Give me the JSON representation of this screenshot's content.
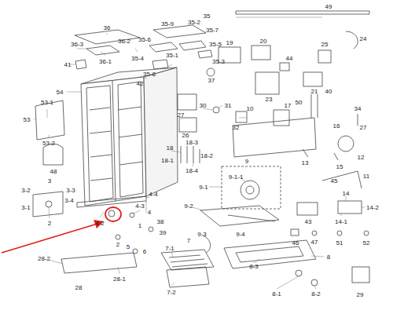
{
  "diagram": {
    "labels": [
      "49",
      "35",
      "36",
      "35-9",
      "35-2",
      "35-7",
      "24",
      "36-2",
      "35-6",
      "36-3",
      "35-5",
      "35-4",
      "19",
      "20",
      "25",
      "36-1",
      "41",
      "35-1",
      "35-3",
      "35-8",
      "44",
      "42",
      "37",
      "23",
      "40",
      "54",
      "21",
      "50",
      "30",
      "31",
      "53-1",
      "17",
      "34",
      "27",
      "10",
      "32",
      "53",
      "26",
      "16",
      "27",
      "53-2",
      "12",
      "18-3",
      "48",
      "18",
      "18-2",
      "18-1",
      "13",
      "15",
      "9",
      "18-4",
      "45",
      "11",
      "9-1-1",
      "3",
      "9-1",
      "3-2",
      "3-3",
      "4-4",
      "14",
      "3-4",
      "9-2",
      "3-1",
      "14-2",
      "4-3",
      "4",
      "43",
      "14-1",
      "4-2",
      "2",
      "38",
      "1",
      "39",
      "2",
      "7",
      "9-3",
      "9-4",
      "47",
      "46",
      "51",
      "52",
      "5",
      "6",
      "7-1",
      "8",
      "28-2",
      "8-3",
      "28-1",
      "28",
      "7-2",
      "8-1",
      "8-2",
      "29"
    ]
  }
}
